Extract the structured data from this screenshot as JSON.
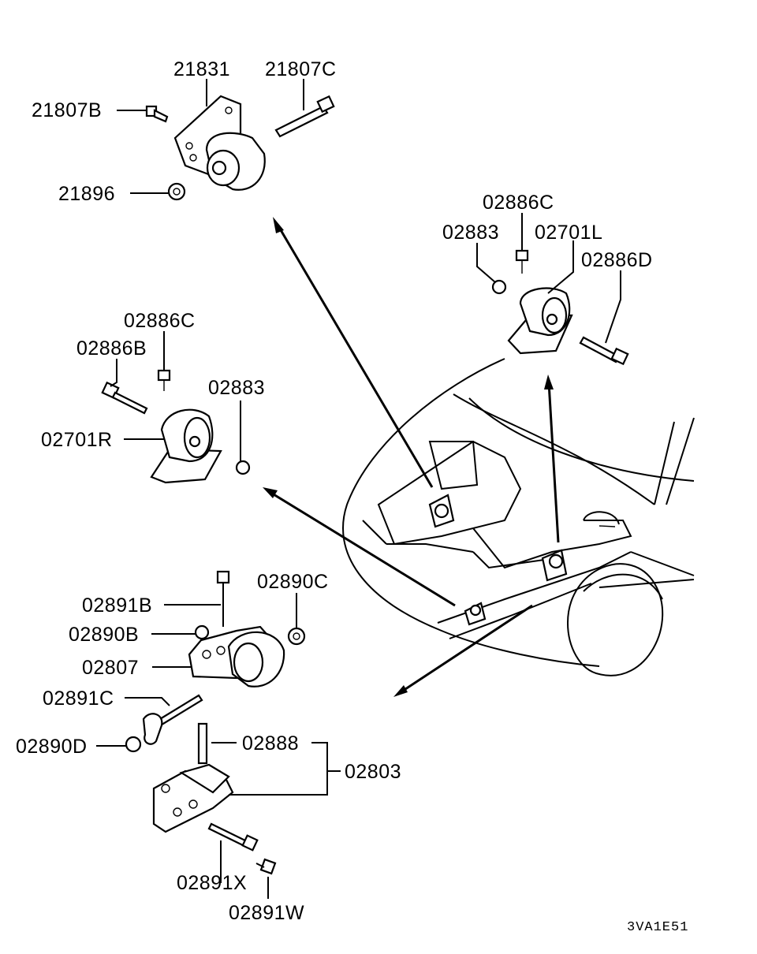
{
  "diagram_code": "3VA1E51",
  "labels": {
    "p21831": "21831",
    "p21807C": "21807C",
    "p21807B": "21807B",
    "p21896": "21896",
    "p02886C_top": "02886C",
    "p02883_top": "02883",
    "p02701L": "02701L",
    "p02886D": "02886D",
    "p02886C_mid": "02886C",
    "p02886B": "02886B",
    "p02883_mid": "02883",
    "p02701R": "02701R",
    "p02890C": "02890C",
    "p02891B": "02891B",
    "p02890B": "02890B",
    "p02807": "02807",
    "p02891C": "02891C",
    "p02890D": "02890D",
    "p02888": "02888",
    "p02803": "02803",
    "p02891X": "02891X",
    "p02891W": "02891W"
  }
}
